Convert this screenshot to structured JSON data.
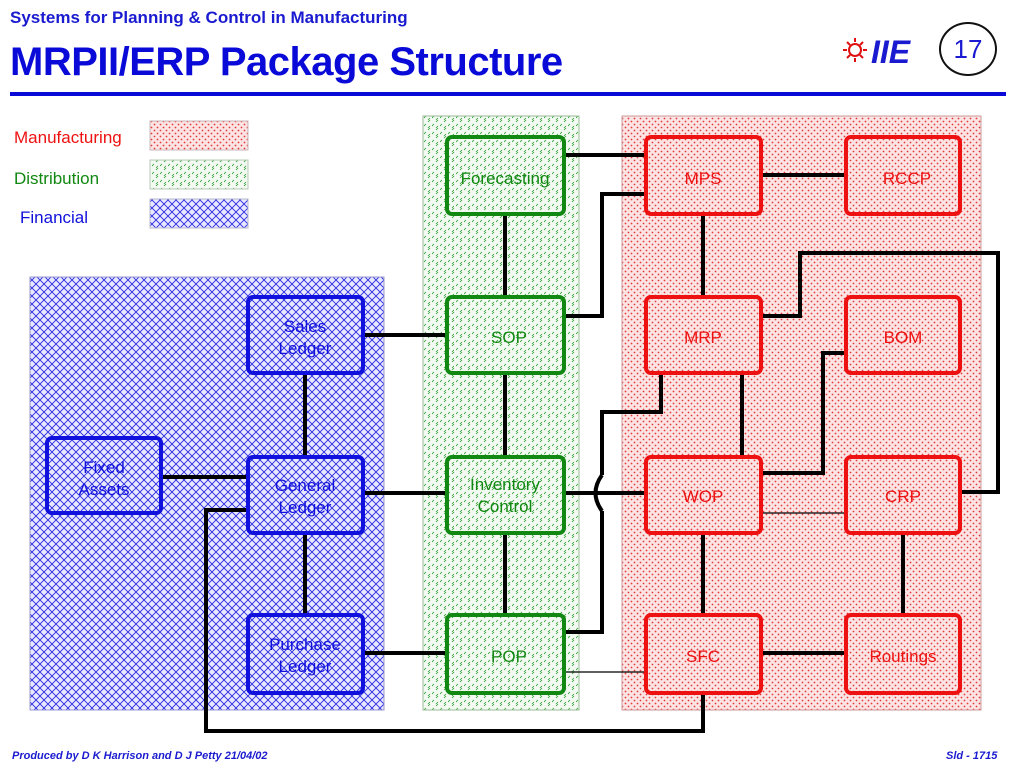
{
  "header": {
    "subtitle": "Systems for Planning & Control in Manufacturing",
    "title": "MRPII/ERP Package Structure",
    "slide_number": "17",
    "logo_text": "IIE"
  },
  "legend": {
    "manufacturing": "Manufacturing",
    "distribution": "Distribution",
    "financial": "Financial"
  },
  "colors": {
    "manufacturing": "#ee1111",
    "distribution": "#118811",
    "financial": "#1111dd",
    "title": "#0a0ad8"
  },
  "modules": {
    "forecasting": [
      "Forecasting"
    ],
    "sop": [
      "SOP"
    ],
    "inventory_control": [
      "Inventory",
      "Control"
    ],
    "pop": [
      "POP"
    ],
    "sales_ledger": [
      "Sales",
      "Ledger"
    ],
    "general_ledger": [
      "General",
      "Ledger"
    ],
    "purchase_ledger": [
      "Purchase",
      "Ledger"
    ],
    "fixed_assets": [
      "Fixed",
      "Assets"
    ],
    "mps": [
      "MPS"
    ],
    "rccp": [
      "RCCP"
    ],
    "mrp": [
      "MRP"
    ],
    "bom": [
      "BOM"
    ],
    "wop": [
      "WOP"
    ],
    "crp": [
      "CRP"
    ],
    "sfc": [
      "SFC"
    ],
    "routings": [
      "Routings"
    ]
  },
  "footer": {
    "credit": "Produced by D K Harrison and D J Petty 21/04/02",
    "slide_id": "Sld - 1715"
  }
}
